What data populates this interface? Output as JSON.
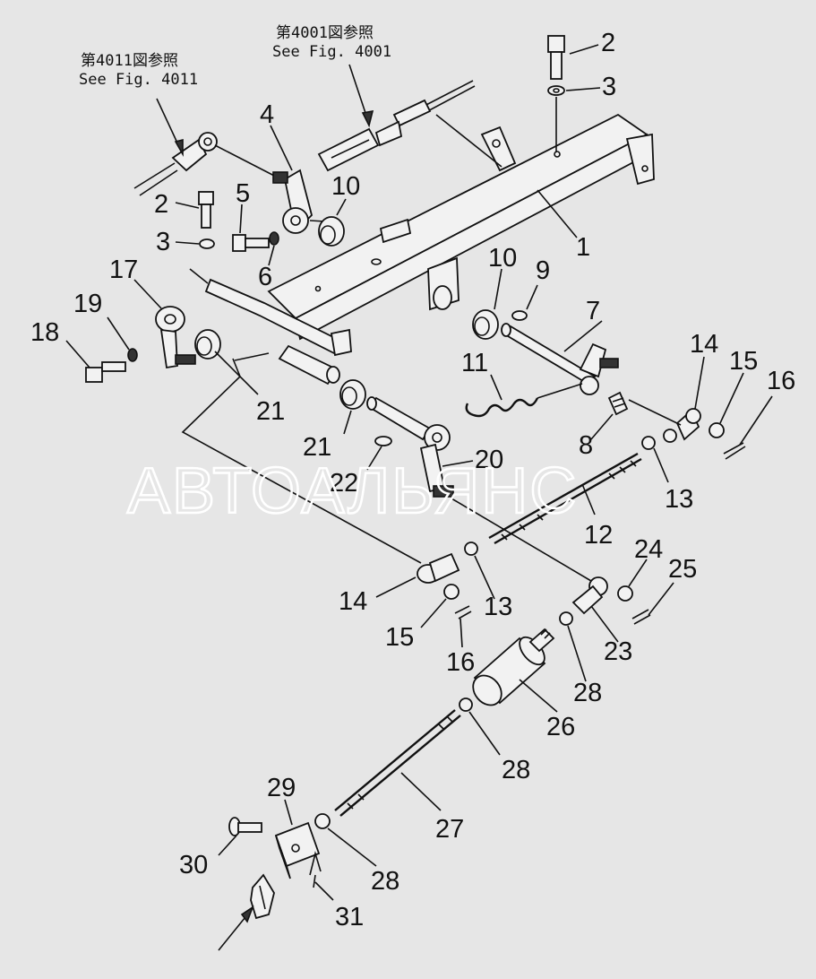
{
  "refs": {
    "ref_4001_jp": "第4001図参照",
    "ref_4001_en": "See  Fig. 4001",
    "ref_4011_jp": "第4011図参照",
    "ref_4011_en": "See  Fig. 4011"
  },
  "callouts": {
    "c1": "1",
    "c2a": "2",
    "c2b": "2",
    "c3a": "3",
    "c3b": "3",
    "c4": "4",
    "c5": "5",
    "c6": "6",
    "c7": "7",
    "c8": "8",
    "c9": "9",
    "c10a": "10",
    "c10b": "10",
    "c11": "11",
    "c12": "12",
    "c13a": "13",
    "c13b": "13",
    "c14a": "14",
    "c14b": "14",
    "c15a": "15",
    "c15b": "15",
    "c16a": "16",
    "c16b": "16",
    "c17": "17",
    "c18": "18",
    "c19": "19",
    "c20": "20",
    "c21a": "21",
    "c21b": "21",
    "c22": "22",
    "c23": "23",
    "c24": "24",
    "c25": "25",
    "c26": "26",
    "c27": "27",
    "c28a": "28",
    "c28b": "28",
    "c28c": "28",
    "c29": "29",
    "c30": "30",
    "c31": "31"
  },
  "watermark": "АВТОАЛЬЯНС"
}
